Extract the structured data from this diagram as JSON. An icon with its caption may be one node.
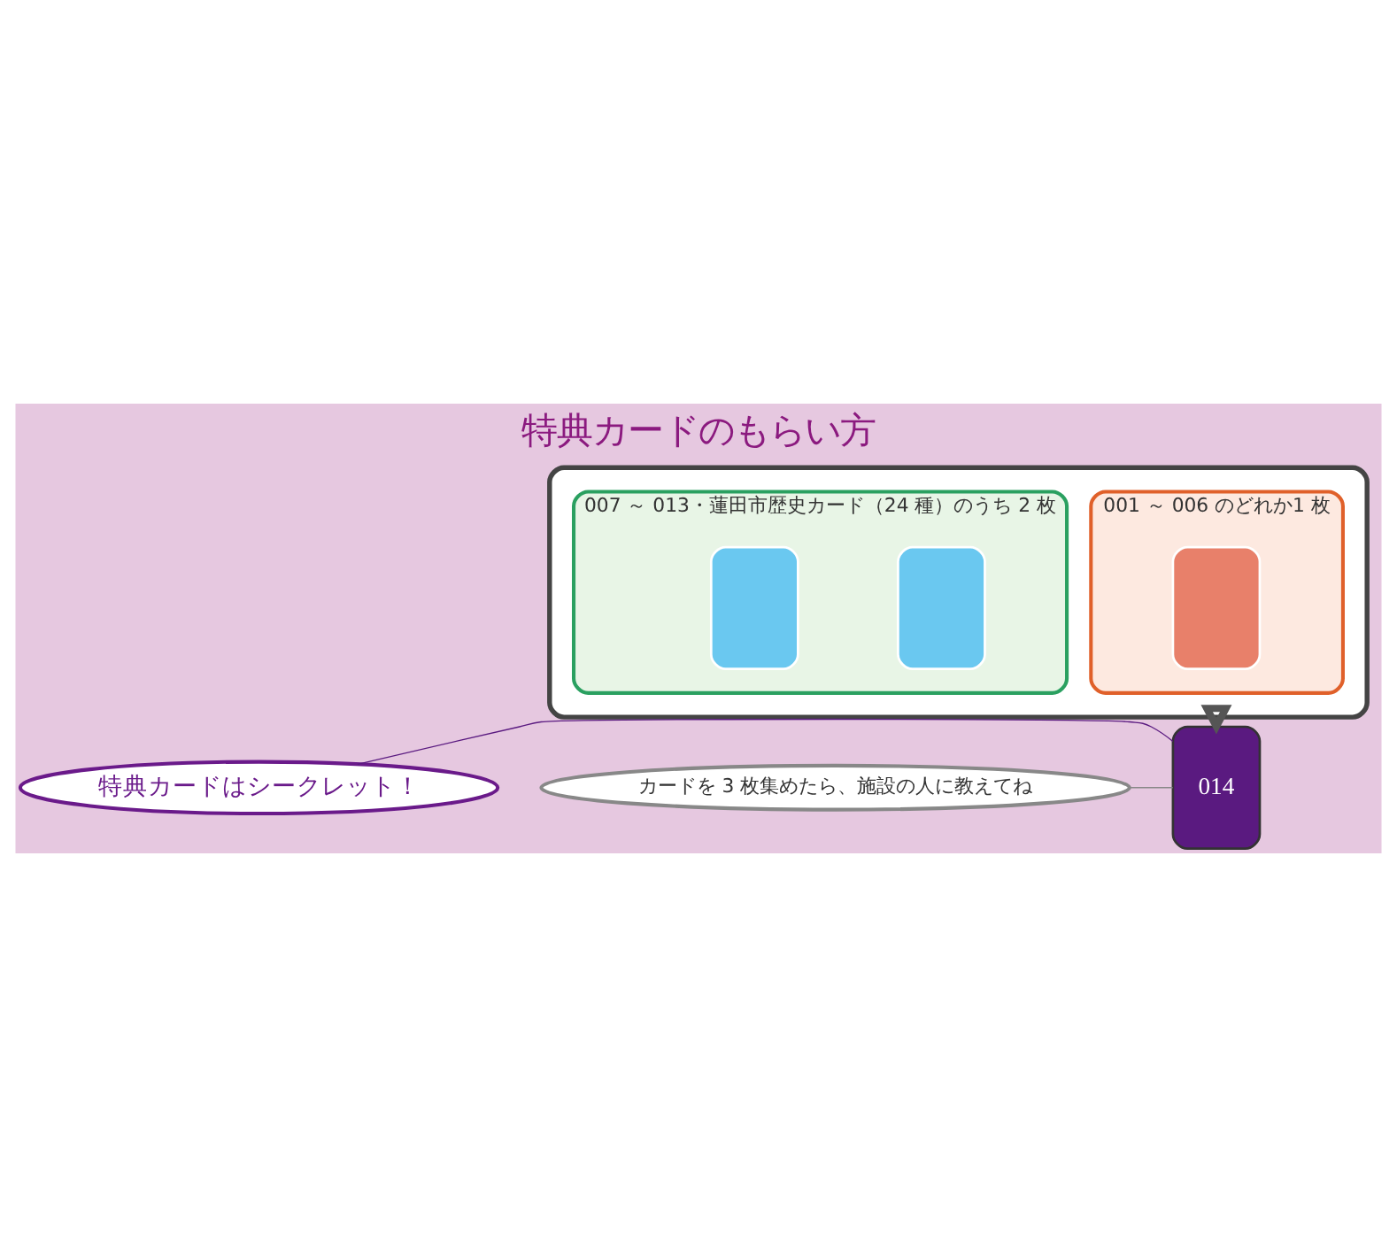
{
  "diagram": {
    "title": "特典カードのもらい方",
    "nodes": [
      {
        "text": [],
        "shape": "box"
      },
      {
        "text": [
          "001 ～ 006 のどれか1 枚"
        ],
        "in": 0
      },
      {
        "text": [],
        "shape": "box",
        "in": 1
      },
      {
        "text": [
          "007 ～ 013・蓮田市歴史カード（24 種）のうち 2 枚"
        ],
        "in": 0
      },
      {
        "text": [],
        "shape": "box",
        "in": 3
      },
      {
        "text": [],
        "shape": "box",
        "in": 3
      },
      {
        "text": [
          "014"
        ]
      },
      {
        "text": [
          "特典カードはシークレット！"
        ]
      },
      {
        "text": [
          "カードを 3 枚集めたら、施設の人に教えてね"
        ]
      }
    ],
    "edges": [
      {
        "from": 0,
        "to": 6,
        "arrow": "to",
        "style": "thick",
        "color": "#555555"
      },
      {
        "from": 7,
        "to": 6,
        "arrow": "none",
        "color": "#5a1a80"
      },
      {
        "from": 8,
        "to": 6,
        "arrow": "none",
        "color": "#888888"
      }
    ]
  }
}
